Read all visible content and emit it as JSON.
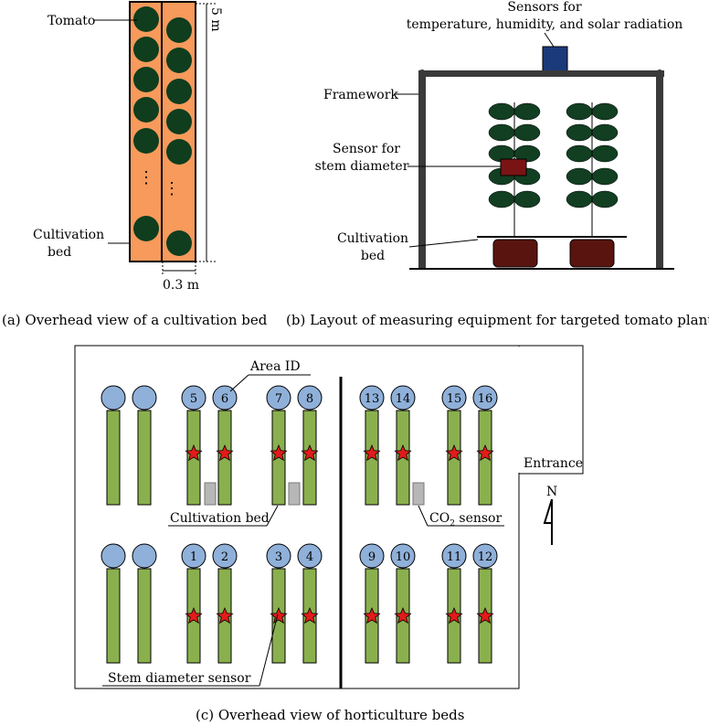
{
  "panel_a": {
    "tomato_label": "Tomato",
    "bed_label_line1": "Cultivation",
    "bed_label_line2": "bed",
    "length_label": "5 m",
    "width_label": "0.3 m",
    "ellipsis": "⋮",
    "caption": "(a) Overhead view of a cultivation bed"
  },
  "panel_b": {
    "sensors_line1": "Sensors for",
    "sensors_line2": "temperature, humidity, and solar radiation",
    "framework_label": "Framework",
    "stem_sensor_line1": "Sensor for",
    "stem_sensor_line2": "stem diameter",
    "bed_label_line1": "Cultivation",
    "bed_label_line2": "bed",
    "caption": "(b) Layout of measuring equipment for targeted tomato plants"
  },
  "panel_c": {
    "area_id_label": "Area ID",
    "bed_label": "Cultivation bed",
    "co2_label": "CO",
    "co2_sub": "2",
    "co2_rest": " sensor",
    "stem_sensor_label": "Stem diameter sensor",
    "entrance_label": "Entrance",
    "north_label": "N",
    "top_ids": [
      "",
      "",
      "5",
      "6",
      "7",
      "8",
      "13",
      "14",
      "15",
      "16"
    ],
    "bottom_ids": [
      "",
      "",
      "1",
      "2",
      "3",
      "4",
      "9",
      "10",
      "11",
      "12"
    ],
    "caption": "(c) Overhead view of horticulture beds"
  },
  "colors": {
    "bed_orange": "#f79a5b",
    "tomato_green": "#0f3d1e",
    "leaf_green": "#123f22",
    "pot_red": "#5a140f",
    "stem_sensor_red": "#7a1414",
    "sensor_blue": "#1a3a7a",
    "frame_gray": "#3a3a3a",
    "bed_green": "#8ab04e",
    "area_blue": "#8fb0d9",
    "star_red": "#e21b1b",
    "co2_gray": "#b7b7b7"
  }
}
